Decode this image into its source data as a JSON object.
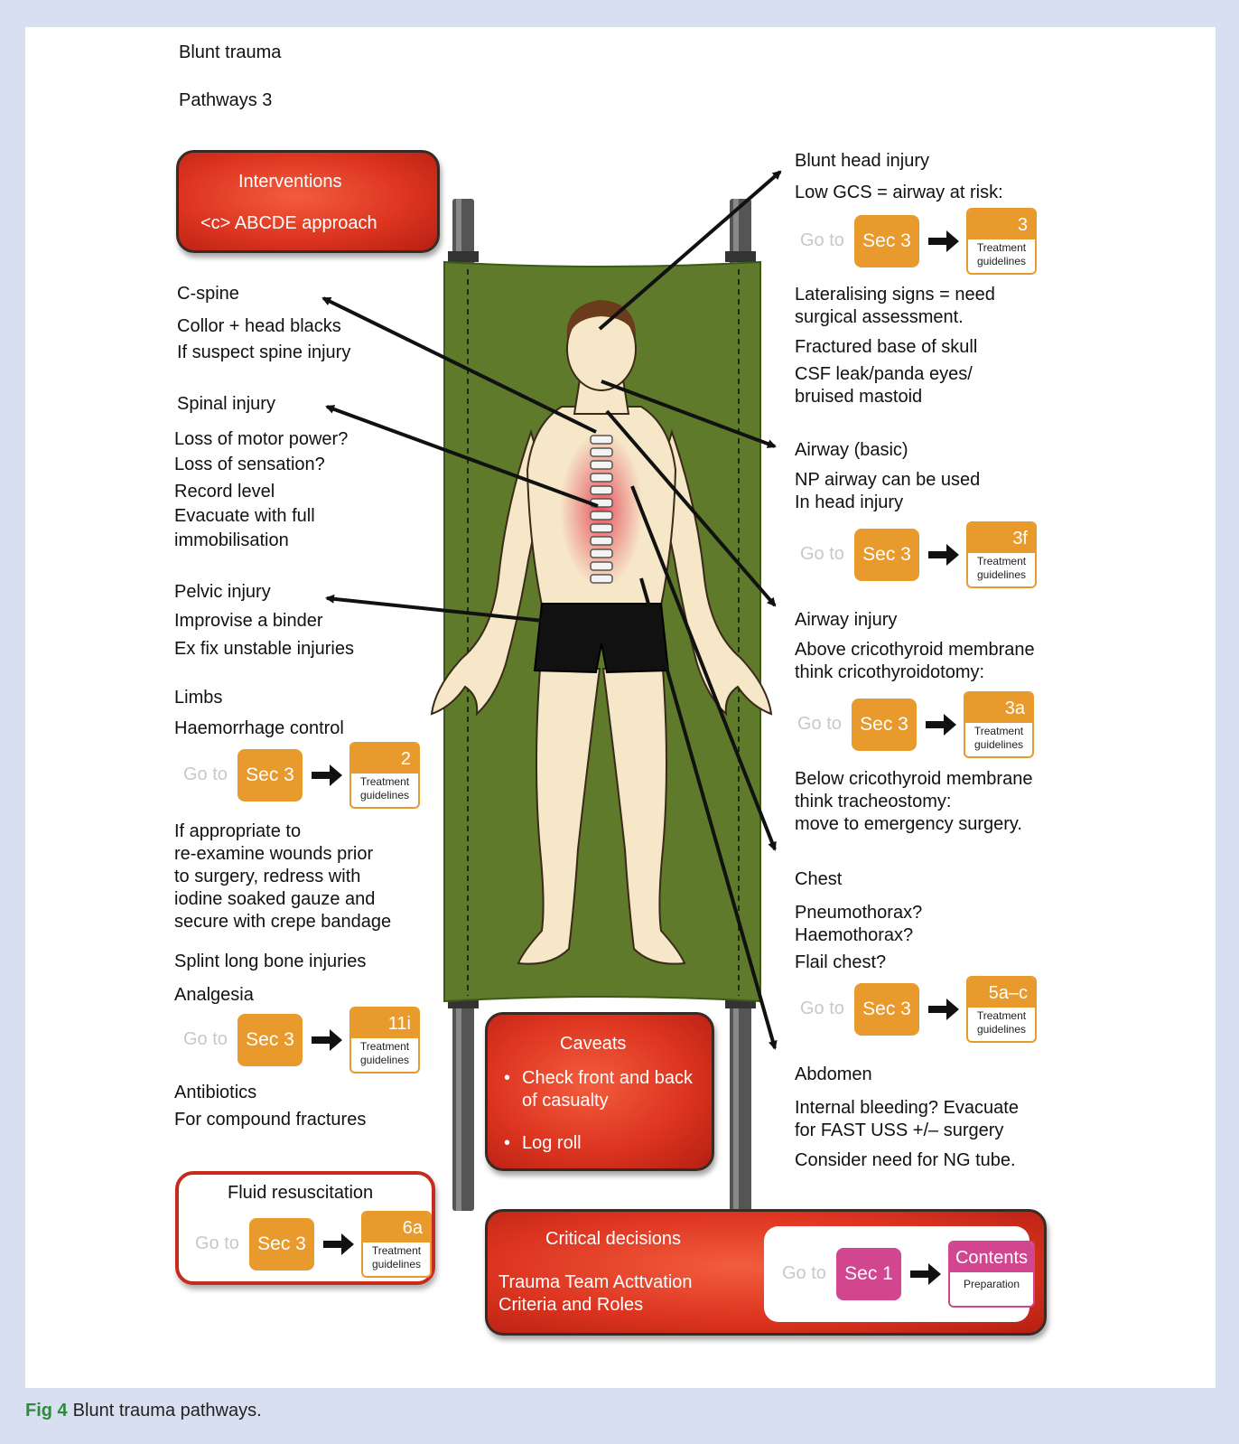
{
  "header": {
    "title": "Blunt trauma",
    "subtitle": "Pathways 3"
  },
  "interventions": {
    "title": "Interventions",
    "text": "<c> ABCDE approach"
  },
  "left": {
    "cspine": [
      "C-spine",
      "Collor + head blacks",
      "If suspect spine injury"
    ],
    "spinal": [
      "Spinal injury",
      "Loss of motor power?",
      "Loss of sensation?",
      "Record level",
      "Evacuate with full",
      "immobilisation"
    ],
    "pelvic": [
      "Pelvic injury",
      "Improvise a binder",
      "Ex fix unstable injuries"
    ],
    "limbs": [
      "Limbs",
      "Haemorrhage control"
    ],
    "wounds": [
      "If appropriate to",
      "re-examine wounds prior",
      "to surgery, redress with",
      "iodine soaked gauze and",
      "secure with crepe bandage"
    ],
    "splint": "Splint long bone injuries",
    "analgesia": "Analgesia",
    "antibiotics": [
      "Antibiotics",
      "For compound fractures"
    ]
  },
  "right": {
    "head": [
      "Blunt head injury",
      "Low GCS = airway at risk:"
    ],
    "lateral": [
      "Lateralising signs = need",
      "surgical assessment."
    ],
    "skull": [
      "Fractured base of skull",
      "CSF leak/panda eyes/",
      "bruised mastoid"
    ],
    "airway_basic": [
      "Airway (basic)",
      "NP airway can be used",
      "In head injury"
    ],
    "airway_injury": [
      "Airway injury",
      "Above cricothyroid membrane",
      "think cricothyroidotomy:"
    ],
    "below": [
      "Below cricothyroid membrane",
      "think tracheostomy:",
      "move to emergency surgery."
    ],
    "chest": [
      "Chest",
      "Pneumothorax?",
      "Haemothorax?",
      "Flail chest?"
    ],
    "abdomen": [
      "Abdomen",
      "Internal bleeding? Evacuate",
      "for FAST USS +/– surgery",
      "Consider need for NG tube."
    ]
  },
  "goto": {
    "go_label": "Go to",
    "sec3": "Sec 3",
    "sec1": "Sec 1",
    "treatment": "Treatment guidelines",
    "head_num": "3",
    "airway_basic_num": "3f",
    "airway_injury_num": "3a",
    "chest_num": "5a–c",
    "limbs_num": "2",
    "analgesia_num": "11i",
    "fluid_num": "6a",
    "contents": "Contents",
    "preparation": "Preparation"
  },
  "caveats": {
    "title": "Caveats",
    "items": [
      "Check front and back of casualty",
      "Log roll"
    ]
  },
  "fluid": {
    "title": "Fluid resuscitation"
  },
  "critical": {
    "title": "Critical decisions",
    "text": [
      "Trauma Team Acttvation",
      "Criteria and Roles"
    ]
  },
  "caption": {
    "label": "Fig 4",
    "text": "Blunt trauma pathways."
  },
  "colors": {
    "orange": "#e99a2c",
    "red": "#dd3520",
    "pink": "#d1468f",
    "stretcher": "#5e7a2a",
    "background": "#d7dff0"
  }
}
